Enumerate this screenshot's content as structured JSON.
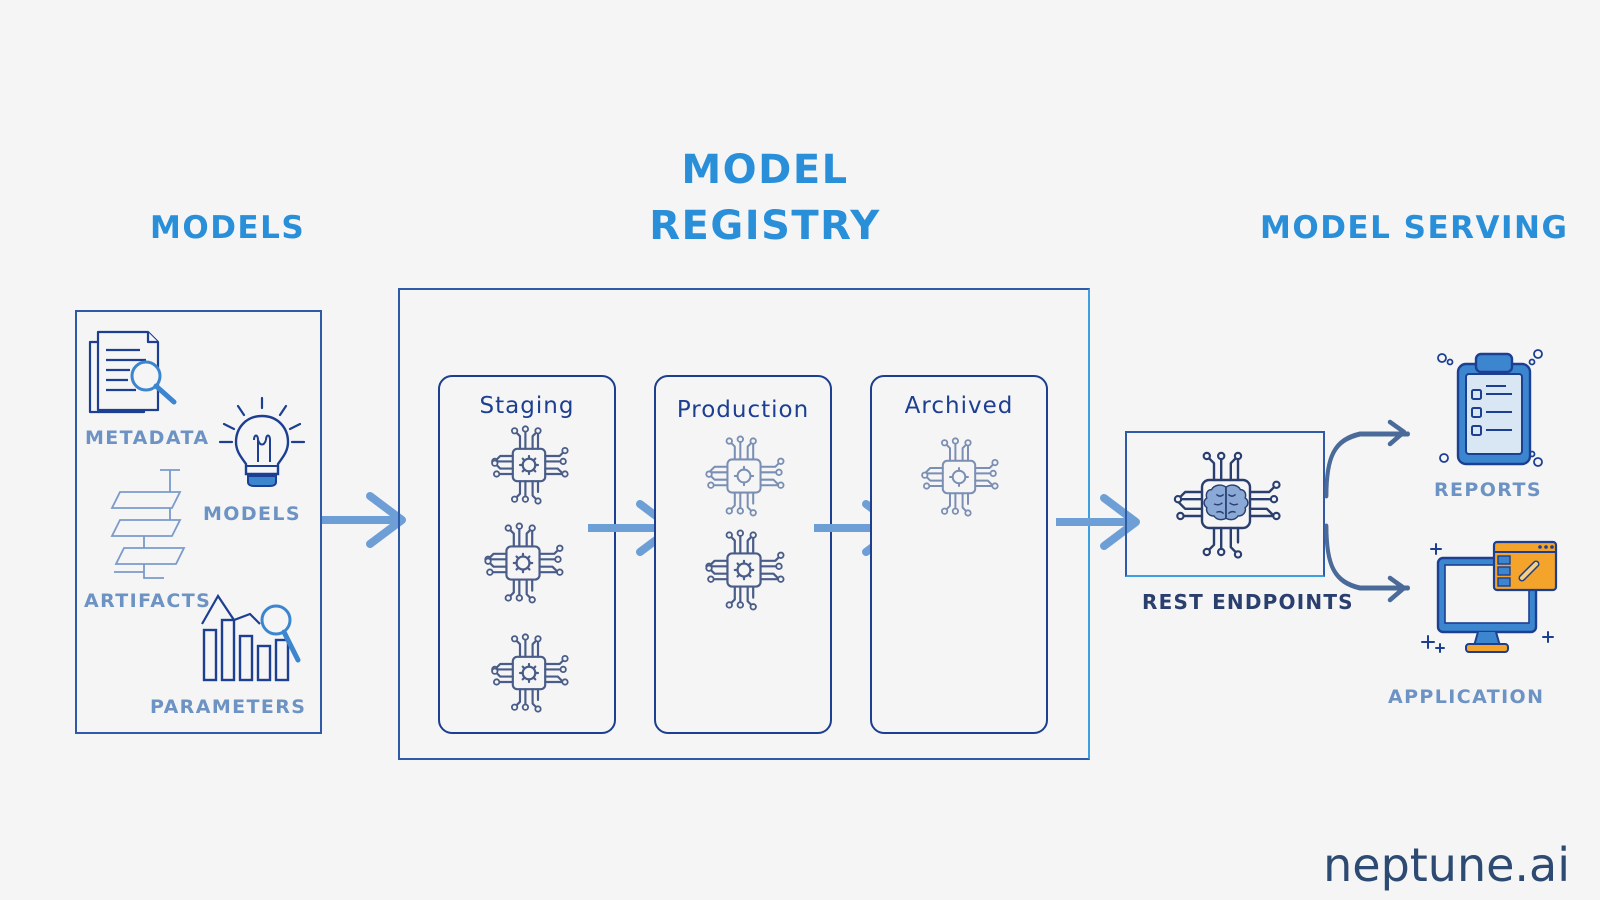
{
  "titles": {
    "models": "MODELS",
    "registry_line1": "MODEL",
    "registry_line2": "REGISTRY",
    "serving": "MODEL SERVING"
  },
  "models_panel": {
    "items": [
      "METADATA",
      "MODELS",
      "ARTIFACTS",
      "PARAMETERS"
    ]
  },
  "registry": {
    "stages": [
      "Staging",
      "Production",
      "Archived"
    ]
  },
  "serving": {
    "endpoint_label": "REST ENDPOINTS",
    "outputs": [
      "REPORTS",
      "APPLICATION"
    ]
  },
  "brand": "neptune.ai",
  "colors": {
    "title_blue": "#2a8fd9",
    "dark_navy": "#1c3f91",
    "label_blue": "#6d93c4",
    "arrow_blue": "#6d9fd6",
    "accent_orange": "#f4a32b",
    "background": "#f5f5f5"
  }
}
